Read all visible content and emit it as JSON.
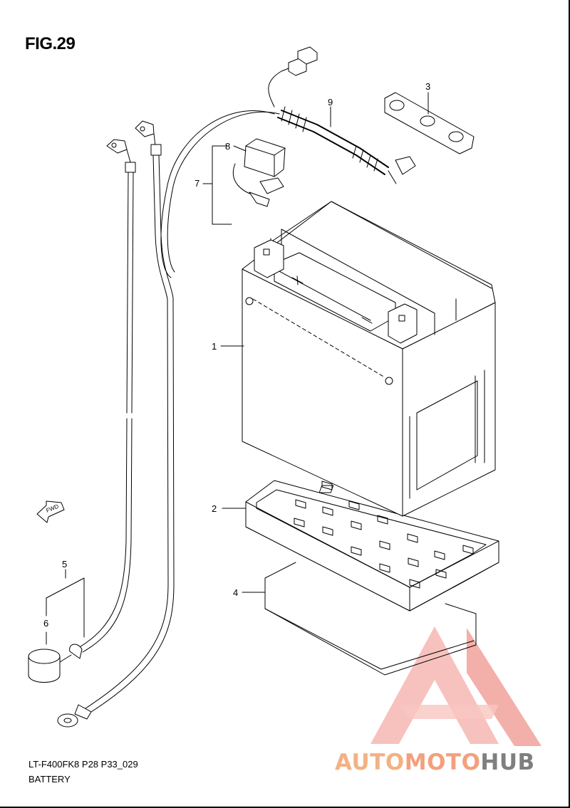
{
  "figure": {
    "title": "FIG.29",
    "code": "LT-F400FK8 P28 P33_029",
    "name": "BATTERY"
  },
  "callouts": {
    "c1": "1",
    "c2": "2",
    "c3": "3",
    "c4": "4",
    "c5": "5",
    "c6": "6",
    "c7": "7",
    "c8": "8",
    "c9": "9"
  },
  "direction_tag": "FWD",
  "watermark": {
    "part1": "AUTO",
    "part2": "MOTO",
    "part3": "HUB",
    "colors": {
      "red": "#e8534a",
      "orange": "#f4b183",
      "gray": "#7f7f7f"
    }
  }
}
